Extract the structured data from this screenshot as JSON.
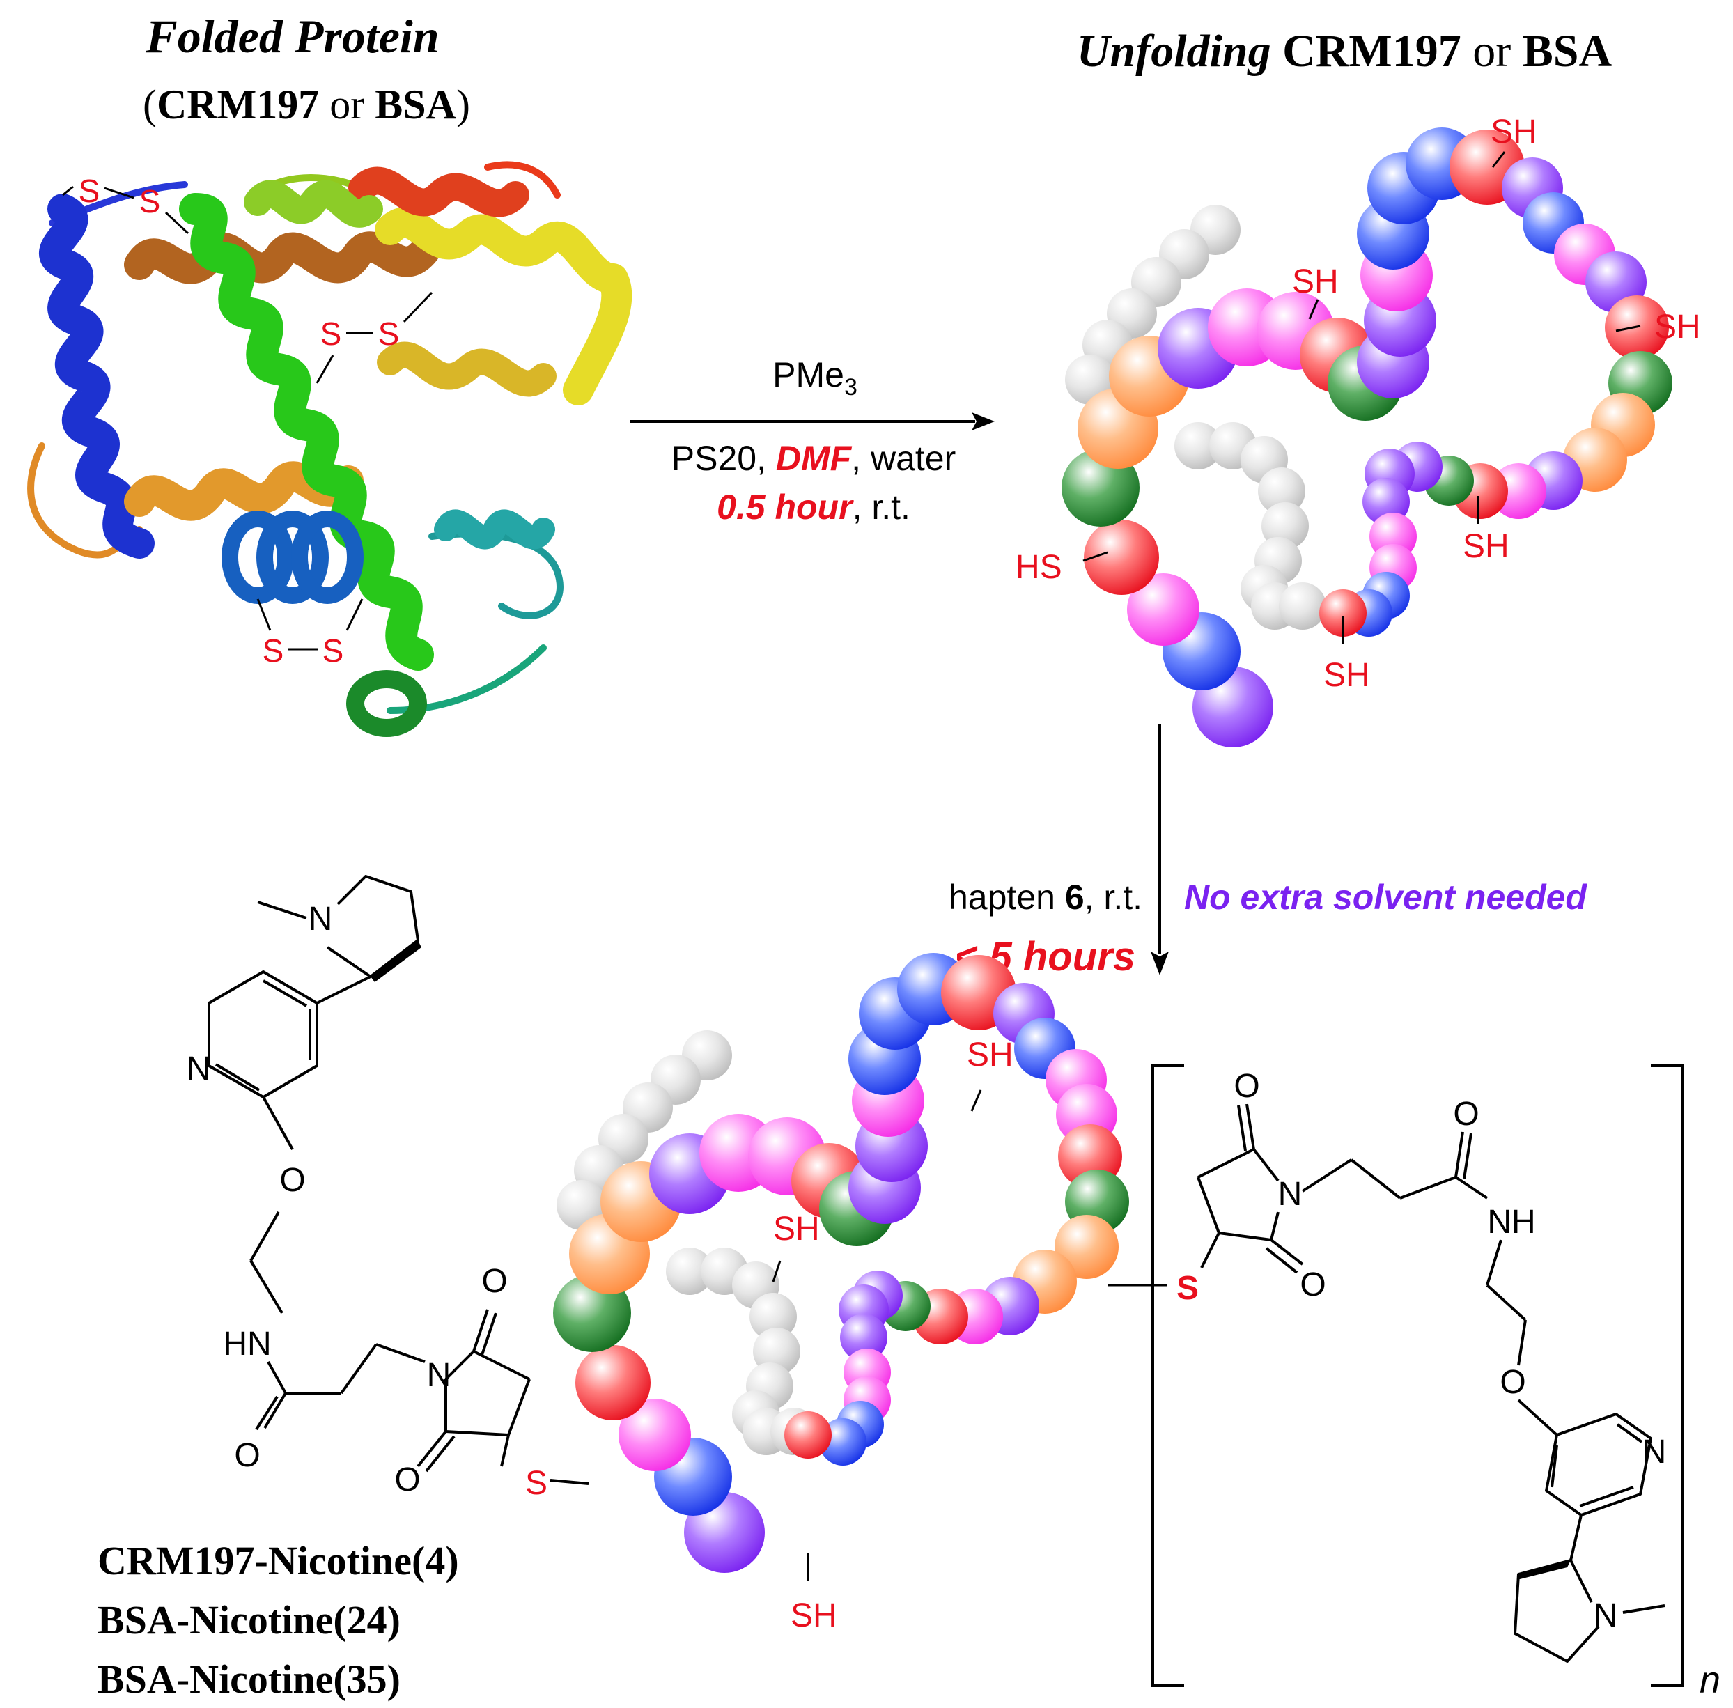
{
  "colors": {
    "red": "#e8101e",
    "purple": "#7a22f0",
    "black": "#000000",
    "bead_blue": "#1f3cf0",
    "bead_red": "#f0222a",
    "bead_magenta": "#ff3cf0",
    "bead_purple": "#8a3cf0",
    "bead_green": "#1d8a2a",
    "bead_orange": "#ff8a3c",
    "bead_gray": "#c8c8c8"
  },
  "folded": {
    "title": "Folded Protein",
    "sub_open": "(",
    "sub_a": "CRM197",
    "sub_or": " or ",
    "sub_b": "BSA",
    "sub_close": ")",
    "s": "S"
  },
  "unfolded": {
    "title_italic": "Unfolding",
    "title_a": " CRM197",
    "title_or": " or ",
    "title_b": "BSA",
    "sh": "SH",
    "hs": "HS"
  },
  "reaction1": {
    "reagent_main": "PMe",
    "reagent_sub": "3",
    "cond_a": "PS20, ",
    "cond_dmf": "DMF",
    "cond_b": ", water",
    "time": "0.5 hour",
    "time_rest": ", r.t."
  },
  "reaction2": {
    "hapten_a": "hapten ",
    "hapten_num": "6",
    "hapten_b": ", r.t.",
    "time": "< 5 hours",
    "note": "No extra solvent needed"
  },
  "conjugate": {
    "atoms": {
      "n": "N",
      "o": "O",
      "s": "S",
      "hn": "HN",
      "nh": "NH"
    },
    "n_repeat": "n",
    "sh": "SH"
  },
  "products": [
    "CRM197-Nicotine(4)",
    "BSA-Nicotine(24)",
    "BSA-Nicotine(35)"
  ]
}
